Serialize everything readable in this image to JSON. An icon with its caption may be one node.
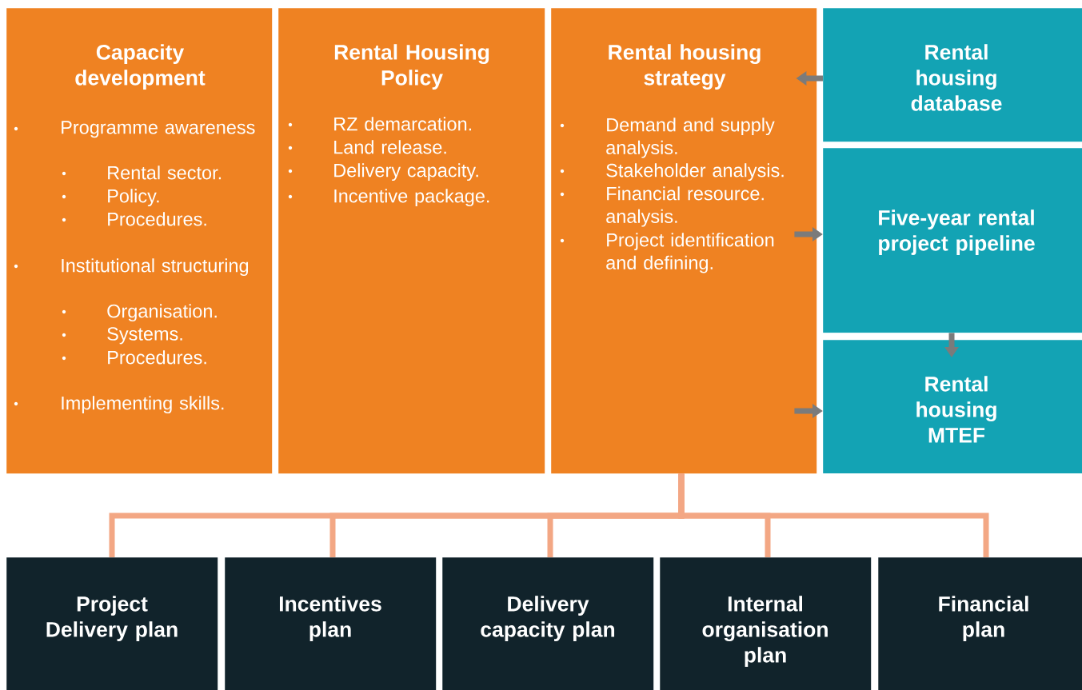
{
  "diagram": {
    "nodes": [
      {
        "text": [
          "Capacity development",
          "Programme awareness",
          "Rental  sector.",
          "Policy.",
          "Procedures.",
          "Institutional structuring",
          "Organisation.",
          "Systems.",
          "Procedures.",
          "Implementing skills."
        ]
      },
      {
        "text": [
          "Rental Housing Policy",
          "RZ demarcation.",
          "Land release.",
          "Delivery capacity.",
          "Incentive package."
        ]
      },
      {
        "text": [
          "Rental housing strategy",
          "Demand and supply analysis.",
          "Stakeholder analysis.",
          "Financial resource. analysis.",
          "Project identification and defining."
        ]
      },
      {
        "text": [
          "Rental housing database"
        ]
      },
      {
        "text": [
          "Five-year rental project pipeline"
        ]
      },
      {
        "text": [
          "Rental housing MTEF"
        ]
      },
      {
        "text": [
          "Project Delivery plan"
        ]
      },
      {
        "text": [
          "Incentives plan"
        ]
      },
      {
        "text": [
          "Delivery capacity plan"
        ]
      },
      {
        "text": [
          "Internal organisation plan"
        ]
      },
      {
        "text": [
          "Financial plan"
        ]
      }
    ],
    "edges": [
      {
        "from": 3,
        "to": 2,
        "arrow": "to",
        "color": "#7b7b7b"
      },
      {
        "from": 2,
        "to": 4,
        "arrow": "to",
        "color": "#7b7b7b"
      },
      {
        "from": 4,
        "to": 5,
        "arrow": "to",
        "color": "#7b7b7b"
      },
      {
        "from": 2,
        "to": 5,
        "arrow": "to",
        "color": "#7b7b7b"
      },
      {
        "from": 2,
        "to": 6,
        "arrow": "none"
      },
      {
        "from": 2,
        "to": 7,
        "arrow": "none"
      },
      {
        "from": 2,
        "to": 8,
        "arrow": "none"
      },
      {
        "from": 2,
        "to": 9,
        "arrow": "none"
      },
      {
        "from": 2,
        "to": 10,
        "arrow": "none"
      }
    ]
  }
}
